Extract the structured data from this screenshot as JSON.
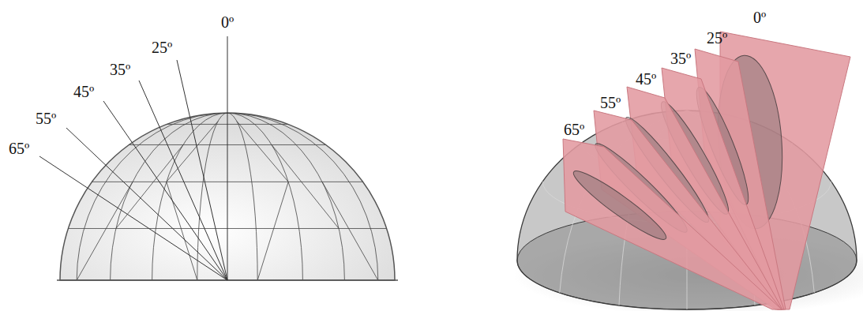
{
  "diagram": {
    "labels": [
      "0º",
      "25º",
      "35º",
      "45º",
      "55º",
      "65º",
      "0º",
      "25º",
      "35º",
      "45º",
      "55º",
      "65º"
    ]
  }
}
